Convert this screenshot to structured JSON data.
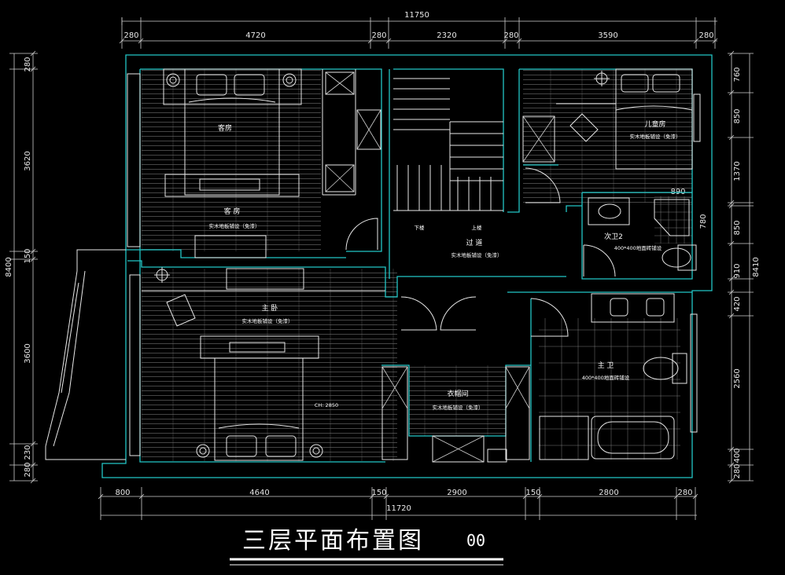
{
  "dimensions": {
    "top_total": "11750",
    "top_segments": [
      "280",
      "4720",
      "280",
      "2320",
      "280",
      "3590",
      "280"
    ],
    "bottom_total": "11720",
    "bottom_segments": [
      "800",
      "4640",
      "150",
      "2900",
      "150",
      "2800",
      "280"
    ],
    "left_total": "8400",
    "left_segments": [
      "280",
      "3620",
      "150",
      "3600",
      "230",
      "280"
    ],
    "right_total": "8410",
    "right_segments": [
      "760",
      "850",
      "1370",
      "890",
      "780",
      "850",
      "910",
      "420",
      "2560",
      "400",
      "280"
    ]
  },
  "rooms": {
    "guest_bed_label": "客房",
    "guest_room_label": "客 房",
    "guest_floor": "实木地板铺设（免漆）",
    "kids_room_label": "儿童房",
    "kids_floor": "实木地板铺设（免漆）",
    "corridor_label": "过 道",
    "corridor_floor": "实木地板铺设（免漆）",
    "stair_down": "下楼",
    "stair_up": "上楼",
    "sec_bath_label": "次卫2",
    "sec_bath_floor": "400*400地面砖铺设",
    "master_bed_label": "主 卧",
    "master_floor": "实木地板铺设（免漆）",
    "ceiling_height": "CH: 2850",
    "closet_label": "衣帽间",
    "closet_floor": "实木地板铺设（免漆）",
    "master_bath_label": "主 卫",
    "master_bath_floor": "400*400地面砖铺设"
  },
  "title": {
    "main": "三层平面布置图",
    "scale": "00"
  },
  "colors": {
    "wall": "#22c6c6",
    "line": "#e8e8e8",
    "background": "#000000"
  }
}
